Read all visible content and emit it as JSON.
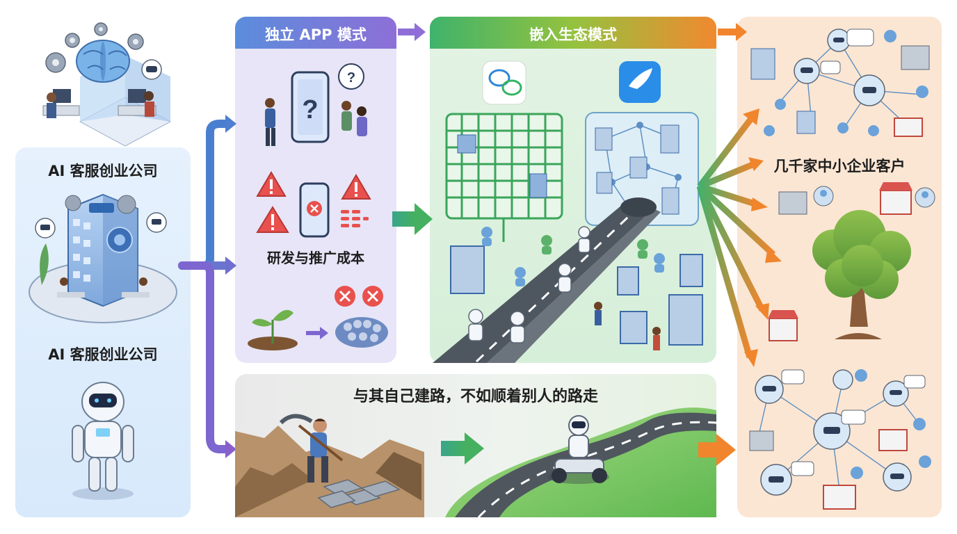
{
  "company": {
    "label_top": "AI 客服创业公司",
    "label_bottom": "AI 客服创业公司"
  },
  "standalone_app": {
    "title": "独立 APP 模式",
    "cost_label": "研发与推广成本",
    "question_mark": "?"
  },
  "embedded_ecosystem": {
    "title": "嵌入生态模式"
  },
  "bottom_panel": {
    "slogan": "与其自己建路，不如顺着别人的路走"
  },
  "customers": {
    "label": "几千家中小企业客户"
  },
  "colors": {
    "app_header_start": "#5b8ddc",
    "app_header_end": "#8d6fd7",
    "embed_header_start": "#3fb36b",
    "embed_header_end": "#f1892f",
    "customer_panel": "#fbe6d3",
    "company_panel": "#e1eefc"
  }
}
